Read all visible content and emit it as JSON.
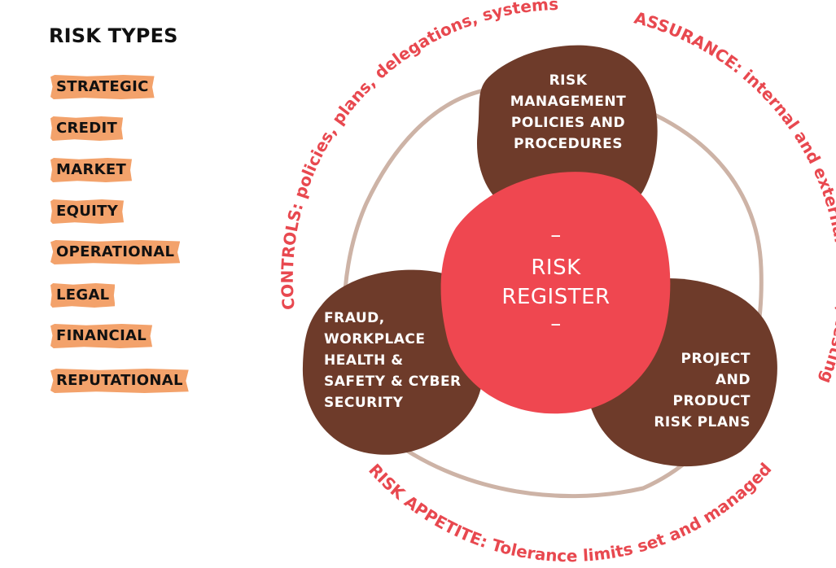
{
  "risk_types": {
    "title": "RISK TYPES",
    "items": [
      {
        "label": "STRATEGIC"
      },
      {
        "label": "CREDIT"
      },
      {
        "label": "MARKET"
      },
      {
        "label": "EQUITY"
      },
      {
        "label": "OPERATIONAL"
      },
      {
        "label": "LEGAL"
      },
      {
        "label": "FINANCIAL"
      },
      {
        "label": "REPUTATIONAL"
      }
    ]
  },
  "diagram": {
    "center": {
      "dash_top": "–",
      "line1": "RISK",
      "line2": "REGISTER",
      "dash_bottom": "–"
    },
    "top_blob": {
      "lines": [
        "RISK",
        "MANAGEMENT",
        "POLICIES AND",
        "PROCEDURES"
      ]
    },
    "left_blob": {
      "lines": [
        "FRAUD,",
        "WORKPLACE",
        "HEALTH &",
        "SAFETY & CYBER",
        "SECURITY"
      ]
    },
    "right_blob": {
      "lines": [
        "PROJECT",
        "AND",
        "PRODUCT",
        "RISK PLANS"
      ]
    },
    "arcs": {
      "controls": "CONTROLS: policies, plans, delegations, systems",
      "assurance": "ASSURANCE: internal and external audits, testing",
      "risk_appetite": "RISK APPETITE: Tolerance limits set and managed"
    }
  },
  "colors": {
    "accent_red": "#e8484f",
    "center_red": "#ef4750",
    "blob_brown": "#6e3b2a",
    "tag_orange": "#f3a26b",
    "ring": "#cdb3a6"
  }
}
